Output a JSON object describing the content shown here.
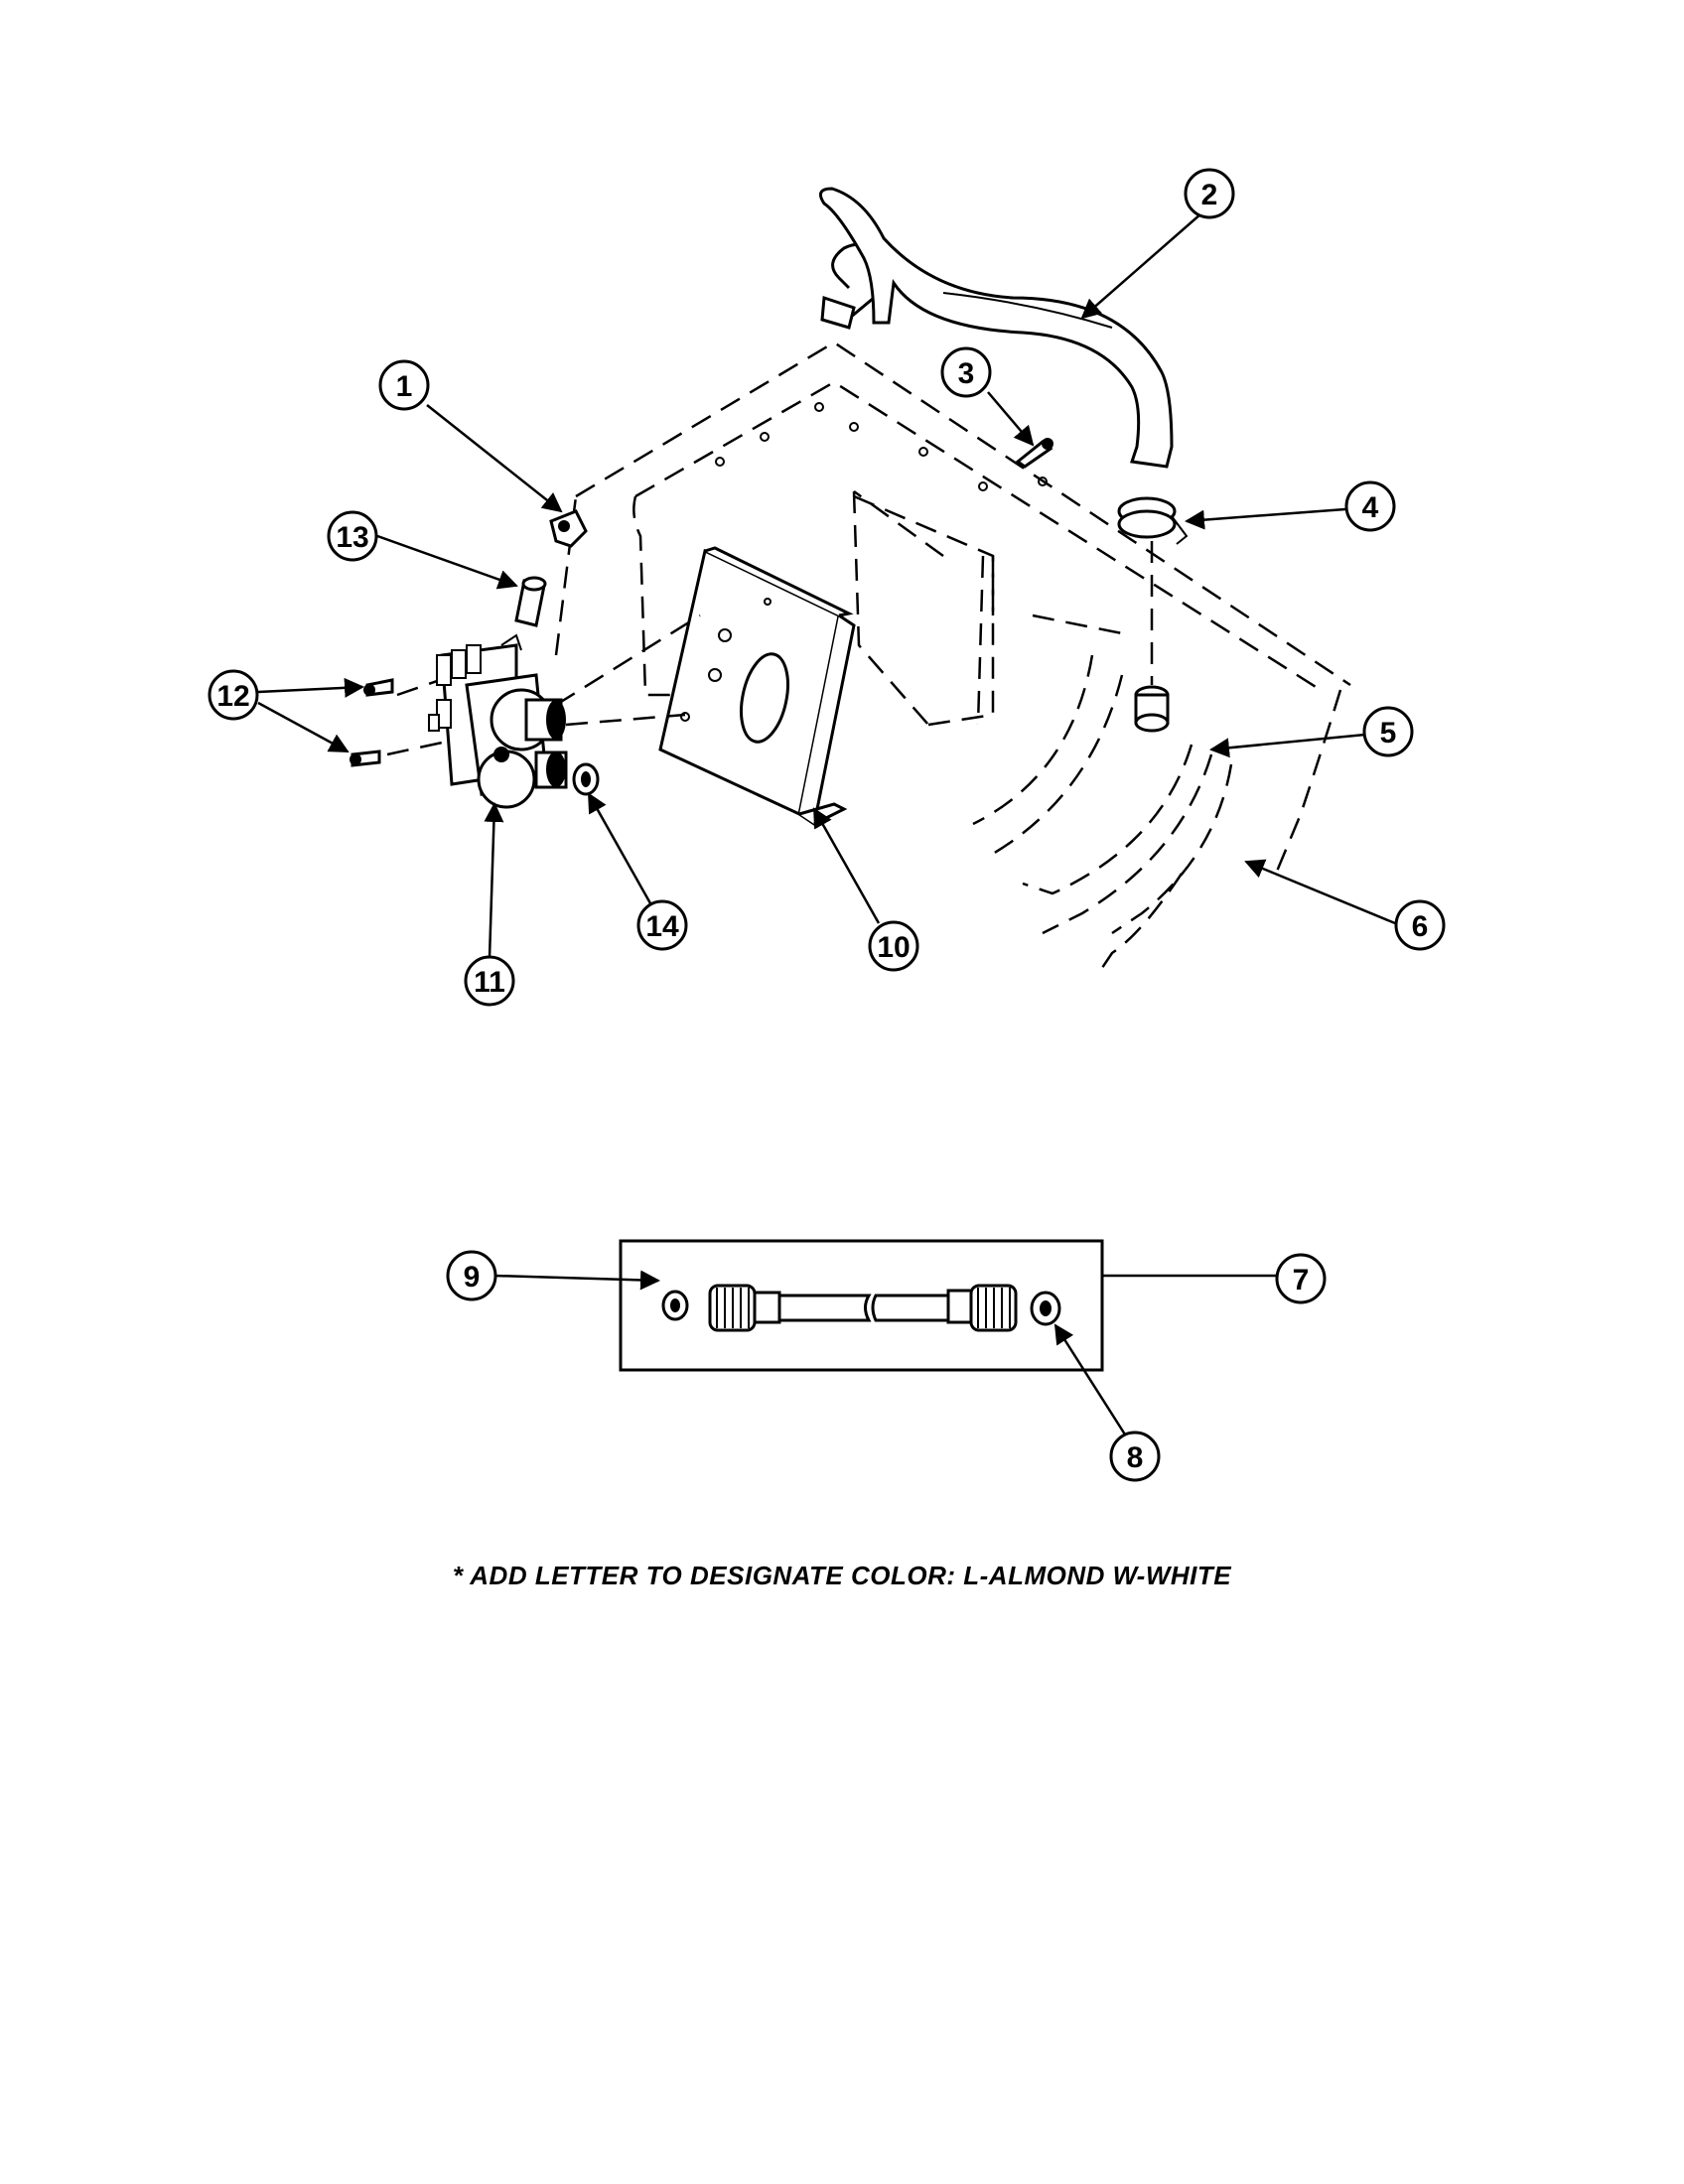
{
  "diagram": {
    "callouts": [
      {
        "id": "c1",
        "label": "1"
      },
      {
        "id": "c2",
        "label": "2"
      },
      {
        "id": "c3",
        "label": "3"
      },
      {
        "id": "c4",
        "label": "4"
      },
      {
        "id": "c5",
        "label": "5"
      },
      {
        "id": "c6",
        "label": "6"
      },
      {
        "id": "c7",
        "label": "7"
      },
      {
        "id": "c8",
        "label": "8"
      },
      {
        "id": "c9",
        "label": "9"
      },
      {
        "id": "c10",
        "label": "10"
      },
      {
        "id": "c11",
        "label": "11"
      },
      {
        "id": "c12",
        "label": "12"
      },
      {
        "id": "c13",
        "label": "13"
      },
      {
        "id": "c14",
        "label": "14"
      }
    ],
    "note": "* ADD LETTER TO DESIGNATE COLOR:  L-ALMOND  W-WHITE"
  }
}
